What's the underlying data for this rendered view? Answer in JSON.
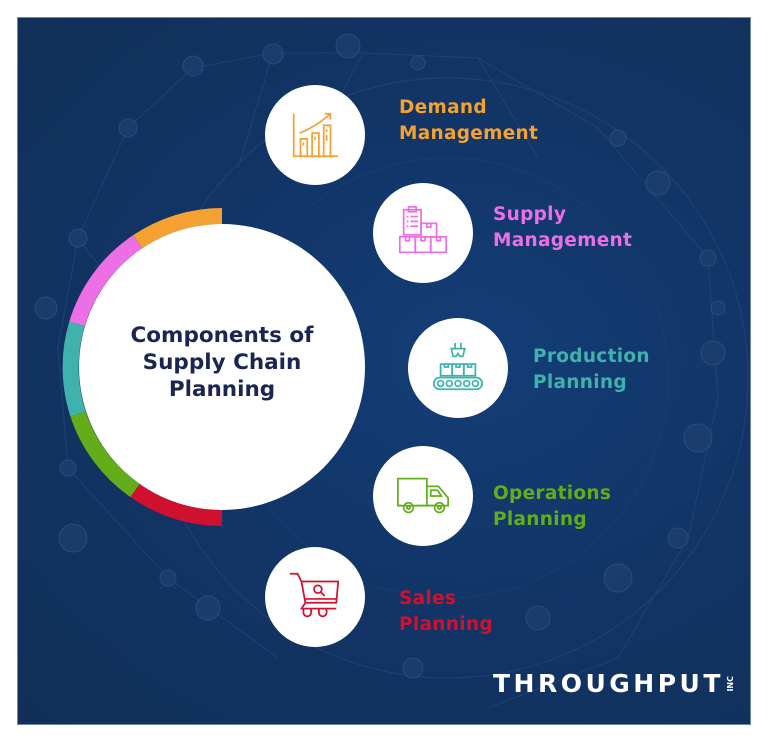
{
  "colors": {
    "background": "#12325f",
    "hub_text": "#1c2452",
    "demand": "#f5a132",
    "supply": "#ec6fe6",
    "production": "#3fb2ad",
    "operations": "#64ad1a",
    "sales": "#d0102f"
  },
  "hub": {
    "title": "Components of Supply Chain Planning"
  },
  "components": [
    {
      "line1": "Demand",
      "line2": "Management",
      "icon": "bar-chart-growth-icon"
    },
    {
      "line1": "Supply",
      "line2": "Management",
      "icon": "clipboard-boxes-icon"
    },
    {
      "line1": "Production",
      "line2": "Planning",
      "icon": "conveyor-belt-icon"
    },
    {
      "line1": "Operations",
      "line2": "Planning",
      "icon": "delivery-truck-icon"
    },
    {
      "line1": "Sales",
      "line2": "Planning",
      "icon": "shopping-cart-search-icon"
    }
  ],
  "brand": {
    "name": "THROUGHPUT",
    "suffix": "INC"
  }
}
